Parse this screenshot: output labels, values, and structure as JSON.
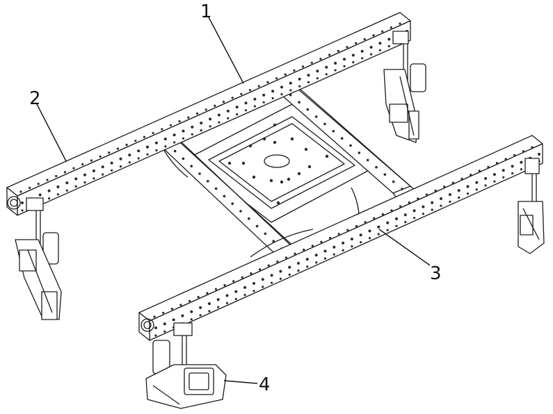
{
  "figure": {
    "callouts": [
      {
        "id": "c1",
        "label": "1"
      },
      {
        "id": "c2",
        "label": "2"
      },
      {
        "id": "c3",
        "label": "3"
      },
      {
        "id": "c4",
        "label": "4"
      }
    ]
  },
  "colors": {
    "ink": "#1a1a1a",
    "background": "#ffffff"
  }
}
